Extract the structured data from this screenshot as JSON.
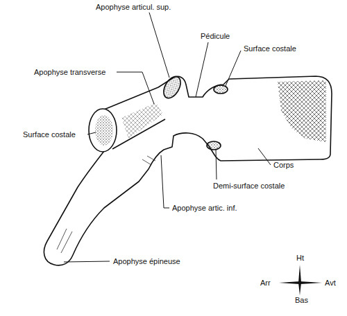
{
  "diagram": {
    "labels": [
      "Apophyse articul. sup.",
      "Pédicule",
      "Surface costale",
      "Apophyse transverse",
      "Surface costale",
      "Corps",
      "Demi-surface costale",
      "Apophyse artic. inf.",
      "Apophyse épineuse",
      "Ht",
      "Arr",
      "Avt",
      "Bas"
    ]
  }
}
